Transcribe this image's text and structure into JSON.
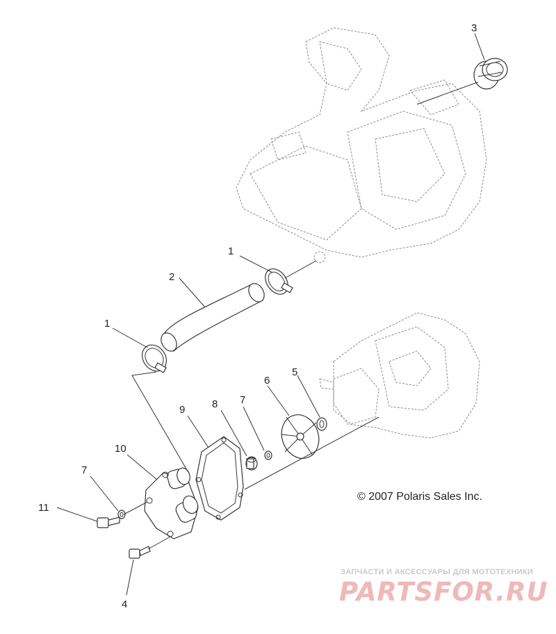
{
  "callouts": [
    {
      "id": "1",
      "label": "1"
    },
    {
      "id": "2",
      "label": "2"
    },
    {
      "id": "3",
      "label": "3"
    },
    {
      "id": "1b",
      "label": "1"
    },
    {
      "id": "4",
      "label": "4"
    },
    {
      "id": "5",
      "label": "5"
    },
    {
      "id": "6",
      "label": "6"
    },
    {
      "id": "7",
      "label": "7"
    },
    {
      "id": "7b",
      "label": "7"
    },
    {
      "id": "8",
      "label": "8"
    },
    {
      "id": "9",
      "label": "9"
    },
    {
      "id": "10",
      "label": "10"
    },
    {
      "id": "11",
      "label": "11"
    }
  ],
  "copyright": "© 2007 Polaris Sales Inc.",
  "watermark": {
    "subtitle": "ЗАПЧАСТИ И АКСЕССУАРЫ ДЛЯ МОТОТЕХНИКИ",
    "logo": "PARTSFOR.RU"
  }
}
